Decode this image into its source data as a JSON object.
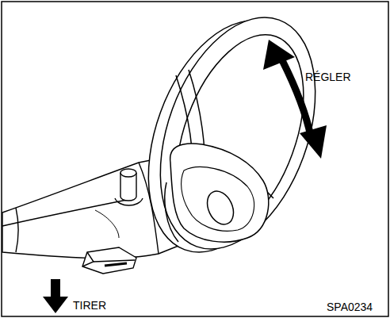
{
  "diagram": {
    "labels": [
      "RÉGLER",
      "TIRER",
      "SPA0234"
    ]
  }
}
